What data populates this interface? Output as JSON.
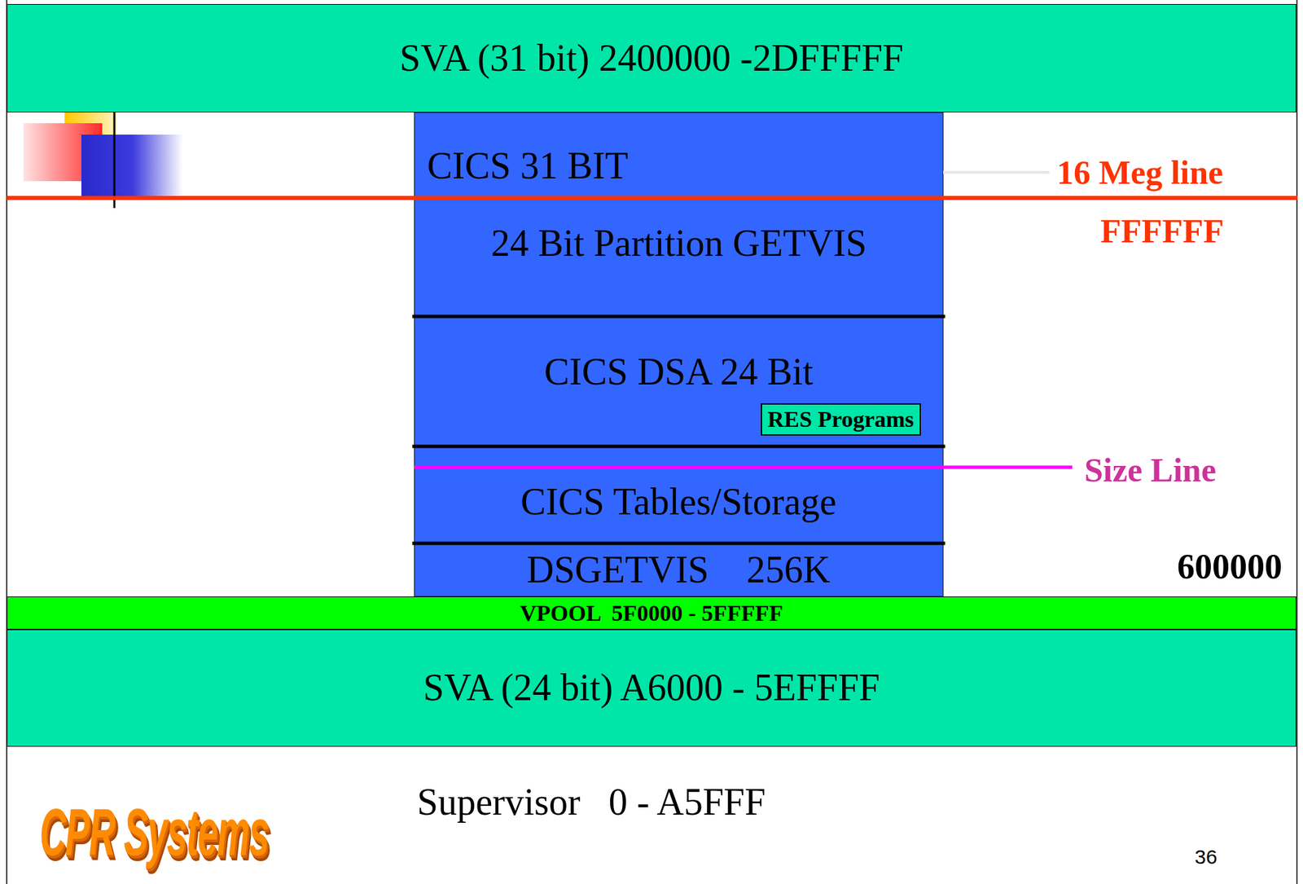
{
  "diagram": {
    "nodes": [
      {
        "text": [
          "SVA (31 bit) 2400000 -2DFFFFF"
        ]
      },
      {
        "text": [
          "CICS 31 BIT"
        ]
      },
      {
        "text": [
          "24 Bit Partition GETVIS"
        ]
      },
      {
        "text": [
          "CICS DSA 24 Bit"
        ]
      },
      {
        "text": [
          "RES Programs"
        ],
        "in": 3
      },
      {
        "text": [
          "CICS Tables/Storage"
        ]
      },
      {
        "text": [
          "DSGETVIS    256K"
        ]
      },
      {
        "text": [
          "VPOOL  5F0000 - 5FFFFF"
        ]
      },
      {
        "text": [
          "SVA (24 bit) A6000 - 5EFFFF"
        ]
      }
    ],
    "labels": [
      "16 Meg line",
      "FFFFFF",
      "Size Line",
      "600000",
      "Supervisor   0 - A5FFF",
      "CPR Systems",
      "36"
    ]
  }
}
